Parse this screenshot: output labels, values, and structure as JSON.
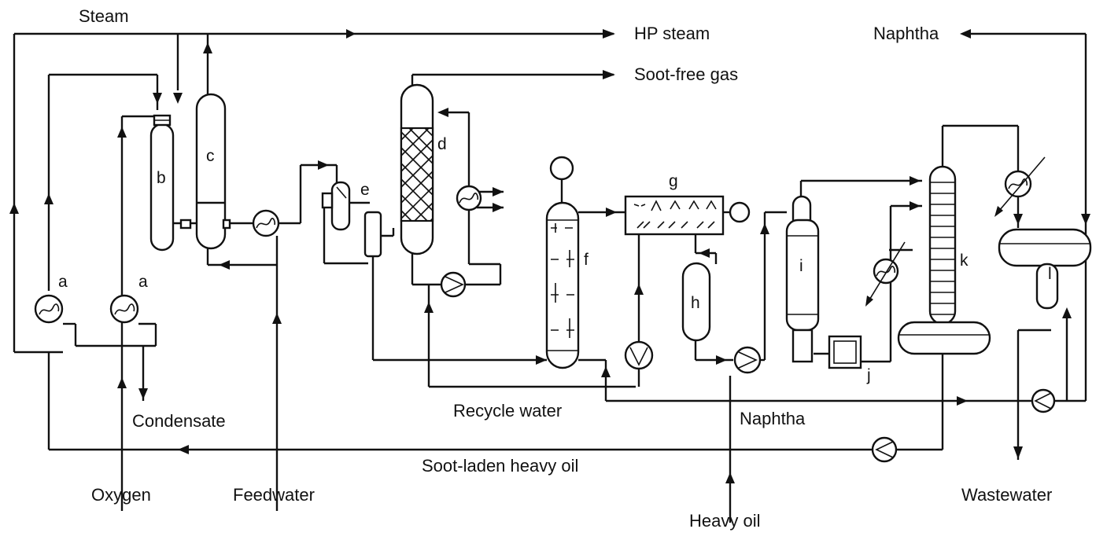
{
  "streams": {
    "steam": "Steam",
    "hp_steam": "HP steam",
    "soot_free_gas": "Soot-free gas",
    "naphtha_top": "Naphtha",
    "condensate": "Condensate",
    "recycle_water": "Recycle water",
    "naphtha_bottom": "Naphtha",
    "soot_laden_heavy_oil": "Soot-laden heavy oil",
    "oxygen": "Oxygen",
    "feedwater": "Feedwater",
    "heavy_oil": "Heavy oil",
    "wastewater": "Wastewater"
  },
  "units": {
    "a1": "a",
    "a2": "a",
    "b": "b",
    "c": "c",
    "d": "d",
    "e": "e",
    "f": "f",
    "g": "g",
    "h": "h",
    "i": "i",
    "j": "j",
    "k": "k",
    "l": "l"
  }
}
